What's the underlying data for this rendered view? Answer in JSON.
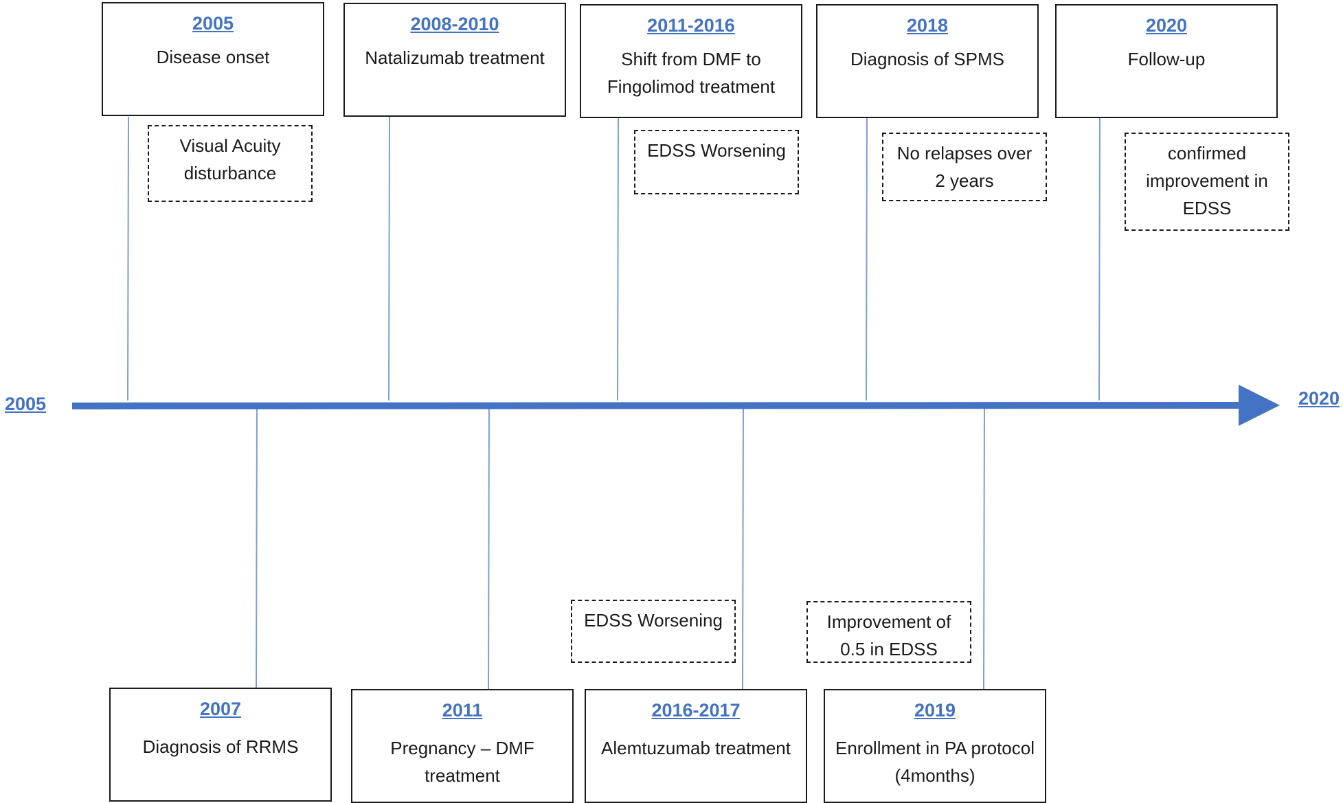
{
  "timeline": {
    "start_label": "2005",
    "end_label": "2020",
    "axis_color": "#4472C4",
    "connector_color": "#7B9FD8"
  },
  "events_top": [
    {
      "year": "2005",
      "label": "Disease onset"
    },
    {
      "year": "2008-2010",
      "label": "Natalizumab treatment"
    },
    {
      "year": "2011-2016",
      "label": "Shift from DMF to Fingolimod treatment"
    },
    {
      "year": "2018",
      "label": "Diagnosis of SPMS"
    },
    {
      "year": "2020",
      "label": "Follow-up"
    }
  ],
  "events_bottom": [
    {
      "year": "2007",
      "label": "Diagnosis of RRMS"
    },
    {
      "year": "2011",
      "label": "Pregnancy – DMF treatment"
    },
    {
      "year": "2016-2017",
      "label": "Alemtuzumab treatment"
    },
    {
      "year": "2019",
      "label": "Enrollment in PA protocol (4months)"
    }
  ],
  "notes_top": [
    {
      "text": "Visual Acuity disturbance"
    },
    {
      "text": "EDSS Worsening"
    },
    {
      "text": "No relapses over 2 years"
    },
    {
      "text": "confirmed improvement in EDSS"
    }
  ],
  "notes_bottom": [
    {
      "text": "EDSS Worsening"
    },
    {
      "text": "Improvement of 0.5 in EDSS"
    }
  ]
}
